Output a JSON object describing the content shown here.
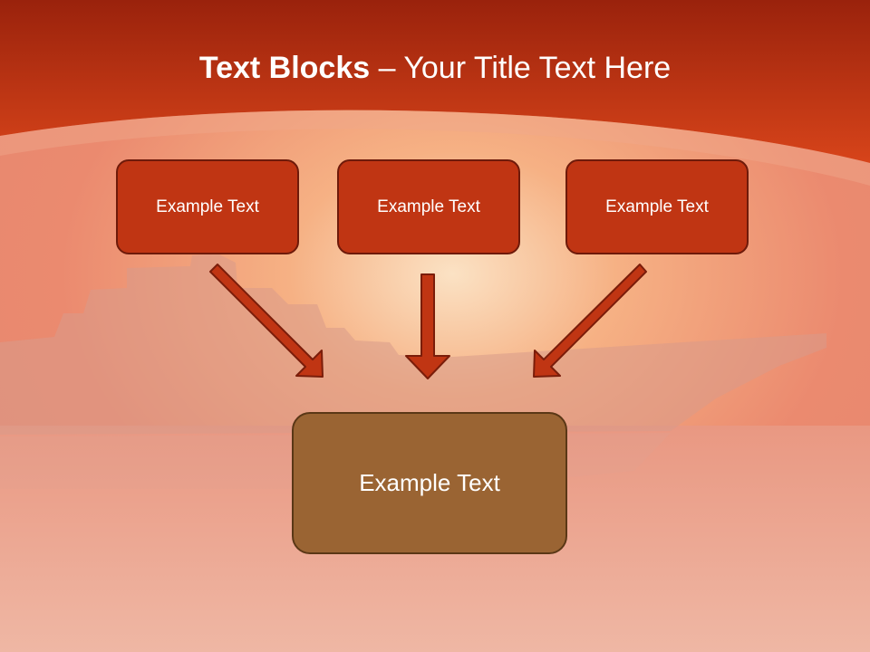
{
  "slide": {
    "title_bold": "Text Blocks",
    "title_rest": " – Your Title Text Here",
    "top_boxes": [
      {
        "label": "Example Text"
      },
      {
        "label": "Example Text"
      },
      {
        "label": "Example Text"
      }
    ],
    "bottom_box": {
      "label": "Example Text"
    }
  },
  "colors": {
    "header": "#b7300d",
    "box_fill": "#c03513",
    "bottom_box_fill": "#9a6433",
    "arrow": "#c03513"
  }
}
